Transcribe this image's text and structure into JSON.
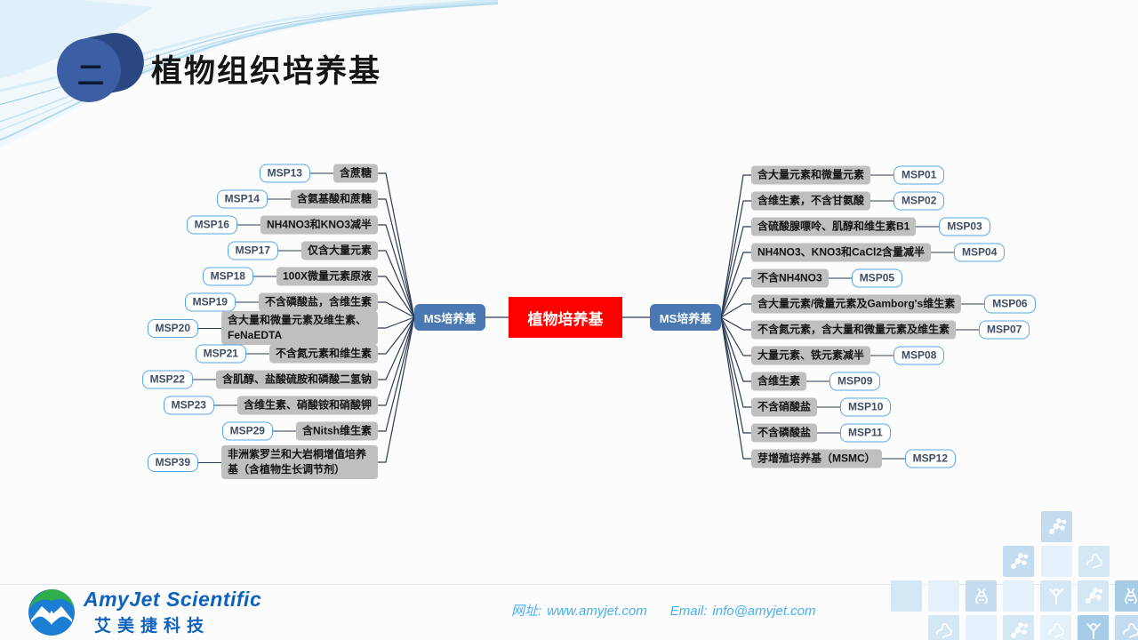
{
  "slide": {
    "badge_number": "二",
    "title": "植物组织培养基"
  },
  "mindmap": {
    "center": "植物培养基",
    "left_group_label": "MS培养基",
    "right_group_label": "MS培养基",
    "left_branches": [
      {
        "id": "MSP13",
        "desc": "含蔗糖"
      },
      {
        "id": "MSP14",
        "desc": "含氨基酸和蔗糖"
      },
      {
        "id": "MSP16",
        "desc": "NH4NO3和KNO3减半"
      },
      {
        "id": "MSP17",
        "desc": "仅含大量元素"
      },
      {
        "id": "MSP18",
        "desc": "100X微量元素原液"
      },
      {
        "id": "MSP19",
        "desc": "不含磷酸盐，含维生素"
      },
      {
        "id": "MSP20",
        "desc": "含大量和微量元素及维生素、FeNaEDTA"
      },
      {
        "id": "MSP21",
        "desc": "不含氮元素和维生素"
      },
      {
        "id": "MSP22",
        "desc": "含肌醇、盐酸硫胺和磷酸二氢钠"
      },
      {
        "id": "MSP23",
        "desc": "含维生素、硝酸铵和硝酸钾"
      },
      {
        "id": "MSP29",
        "desc": "含Nitsh维生素"
      },
      {
        "id": "MSP39",
        "desc": "非洲紫罗兰和大岩桐增值培养基（含植物生长调节剂）"
      }
    ],
    "right_branches": [
      {
        "id": "MSP01",
        "desc": "含大量元素和微量元素"
      },
      {
        "id": "MSP02",
        "desc": "含维生素，不含甘氨酸"
      },
      {
        "id": "MSP03",
        "desc": "含硫酸腺嘌呤、肌醇和维生素B1"
      },
      {
        "id": "MSP04",
        "desc": "NH4NO3、KNO3和CaCl2含量减半"
      },
      {
        "id": "MSP05",
        "desc": "不含NH4NO3"
      },
      {
        "id": "MSP06",
        "desc": "含大量元素/微量元素及Gamborg's维生素"
      },
      {
        "id": "MSP07",
        "desc": "不含氮元素，含大量和微量元素及维生素"
      },
      {
        "id": "MSP08",
        "desc": "大量元素、铁元素减半"
      },
      {
        "id": "MSP09",
        "desc": "含维生素"
      },
      {
        "id": "MSP10",
        "desc": "不含硝酸盐"
      },
      {
        "id": "MSP11",
        "desc": "不含磷酸盐"
      },
      {
        "id": "MSP12",
        "desc": "芽增殖培养基（MSMC）"
      }
    ],
    "colors": {
      "center_node": "#fe0101",
      "group_node": "#4a78b2",
      "branch_box": "#bfbfbf",
      "code_chip_border": "#55a6e8",
      "connector": "#2e3b52"
    }
  },
  "footer": {
    "logo_title": "AmyJet Scientific",
    "logo_subtitle": "艾美捷科技",
    "website_label": "网址:",
    "website": "www.amyjet.com",
    "email_label": "Email:",
    "email": "info@amyjet.com",
    "brand_color": "#0e62bb",
    "contact_color": "#45b0ef"
  }
}
